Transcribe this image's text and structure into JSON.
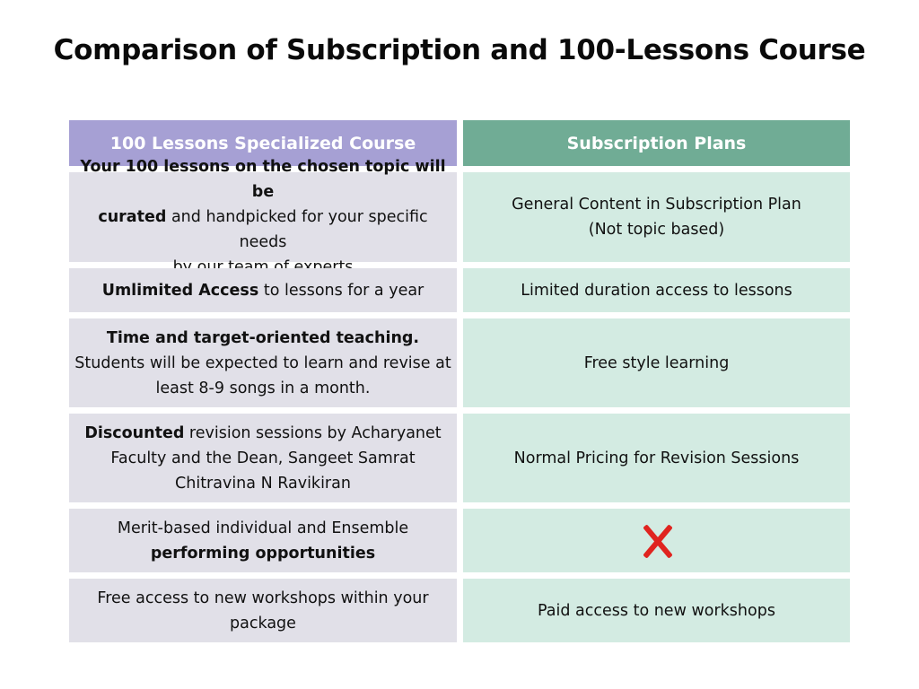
{
  "title": "Comparison of Subscription and 100-Lessons Course",
  "headers": {
    "left": "100 Lessons Specialized Course",
    "right": "Subscription Plans"
  },
  "rows": [
    {
      "left": {
        "b1": "Your 100 lessons on the chosen topic will be",
        "b2": "curated",
        "t1": " and handpicked for your specific needs",
        "t2": "by our team of experts"
      },
      "right": {
        "l1": "General Content in Subscription Plan",
        "l2": "(Not topic based)"
      }
    },
    {
      "left": {
        "b1": "Umlimited Access",
        "t1": " to lessons for a year"
      },
      "right": {
        "l1": "Limited duration access to lessons"
      }
    },
    {
      "left": {
        "b1": "Time and target-oriented teaching.",
        "t1": "Students will be expected to learn and revise at",
        "t2": "least 8-9 songs in a month."
      },
      "right": {
        "l1": "Free style learning"
      }
    },
    {
      "left": {
        "b1": "Discounted",
        "t1": " revision sessions by Acharyanet",
        "t2": "Faculty and the Dean, Sangeet Samrat",
        "t3": "Chitravina N Ravikiran"
      },
      "right": {
        "l1": "Normal Pricing for Revision Sessions"
      }
    },
    {
      "left": {
        "t1": "Merit-based individual and Ensemble",
        "b1": "performing opportunities"
      },
      "right": {
        "icon": "cross-mark-icon",
        "icon_color": "#e0241f"
      }
    },
    {
      "left": {
        "t1": "Free access to new workshops within your",
        "t2": "package"
      },
      "right": {
        "l1": "Paid access to new workshops"
      }
    }
  ],
  "colors": {
    "left_header": "#a6a0d4",
    "right_header": "#70ac95",
    "left_cell": "#e1e0e8",
    "right_cell": "#d3ebe2"
  }
}
